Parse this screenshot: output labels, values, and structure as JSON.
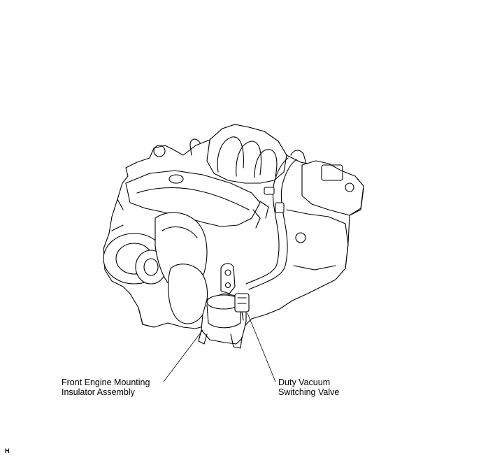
{
  "labels": {
    "mount_line1": "Front Engine Mounting",
    "mount_line2": "Insulator Assembly",
    "valve_line1": "Duty Vacuum",
    "valve_line2": "Switching Valve",
    "figure_code": "H"
  }
}
